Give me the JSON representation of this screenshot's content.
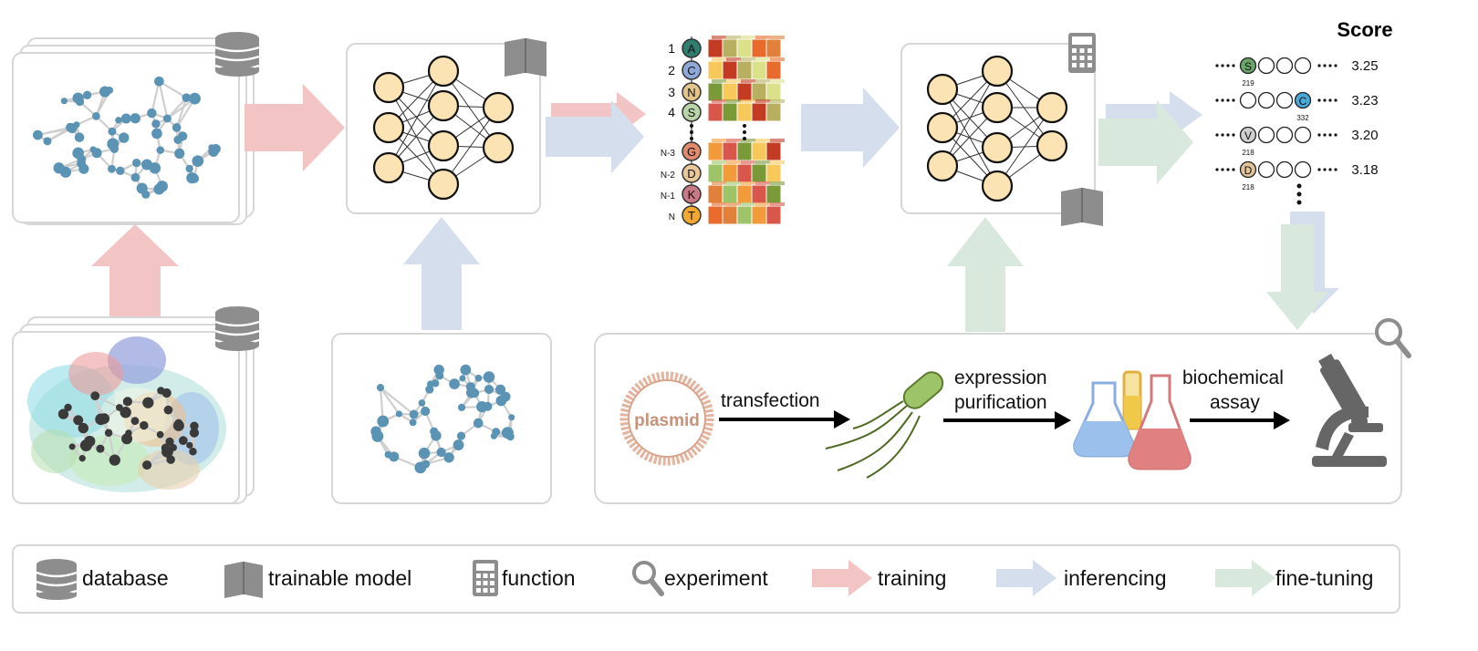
{
  "sequence_rows": [
    {
      "index": "1",
      "residue": "A",
      "color": "#2e7d6e"
    },
    {
      "index": "2",
      "residue": "C",
      "color": "#8ea9d8"
    },
    {
      "index": "3",
      "residue": "N",
      "color": "#e3c48a"
    },
    {
      "index": "4",
      "residue": "S",
      "color": "#b9d4a8"
    },
    {
      "index": "N-3",
      "residue": "G",
      "color": "#e08a6e"
    },
    {
      "index": "N-2",
      "residue": "D",
      "color": "#e8c79a"
    },
    {
      "index": "N-1",
      "residue": "K",
      "color": "#c77a86"
    },
    {
      "index": "N",
      "residue": "T",
      "color": "#f0a830"
    }
  ],
  "score": {
    "title": "Score",
    "rows": [
      {
        "residue": "S",
        "position": "219",
        "value": "3.25",
        "color": "#6aa66a"
      },
      {
        "residue": "C",
        "position": "332",
        "value": "3.23",
        "color": "#4aa8d8"
      },
      {
        "residue": "V",
        "position": "218",
        "value": "3.20",
        "color": "#cfcfcf"
      },
      {
        "residue": "D",
        "position": "218",
        "value": "3.18",
        "color": "#e2c49a"
      }
    ]
  },
  "experiment": {
    "plasmid_label": "plasmid",
    "step1": "transfection",
    "step2_line1": "expression",
    "step2_line2": "purification",
    "step3_line1": "biochemical",
    "step3_line2": "assay"
  },
  "legend": {
    "database": "database",
    "trainable_model": "trainable model",
    "function": "function",
    "experiment": "experiment",
    "training": "training",
    "inferencing": "inferencing",
    "fine_tuning": "fine-tuning"
  },
  "colors": {
    "training": "#f2c4c4",
    "inferencing": "#d5deec",
    "fine_tuning": "#d8e8dc",
    "node": "#5b93b5",
    "neuron": "#fbe3b3",
    "panel_border": "#d6d6d6"
  }
}
